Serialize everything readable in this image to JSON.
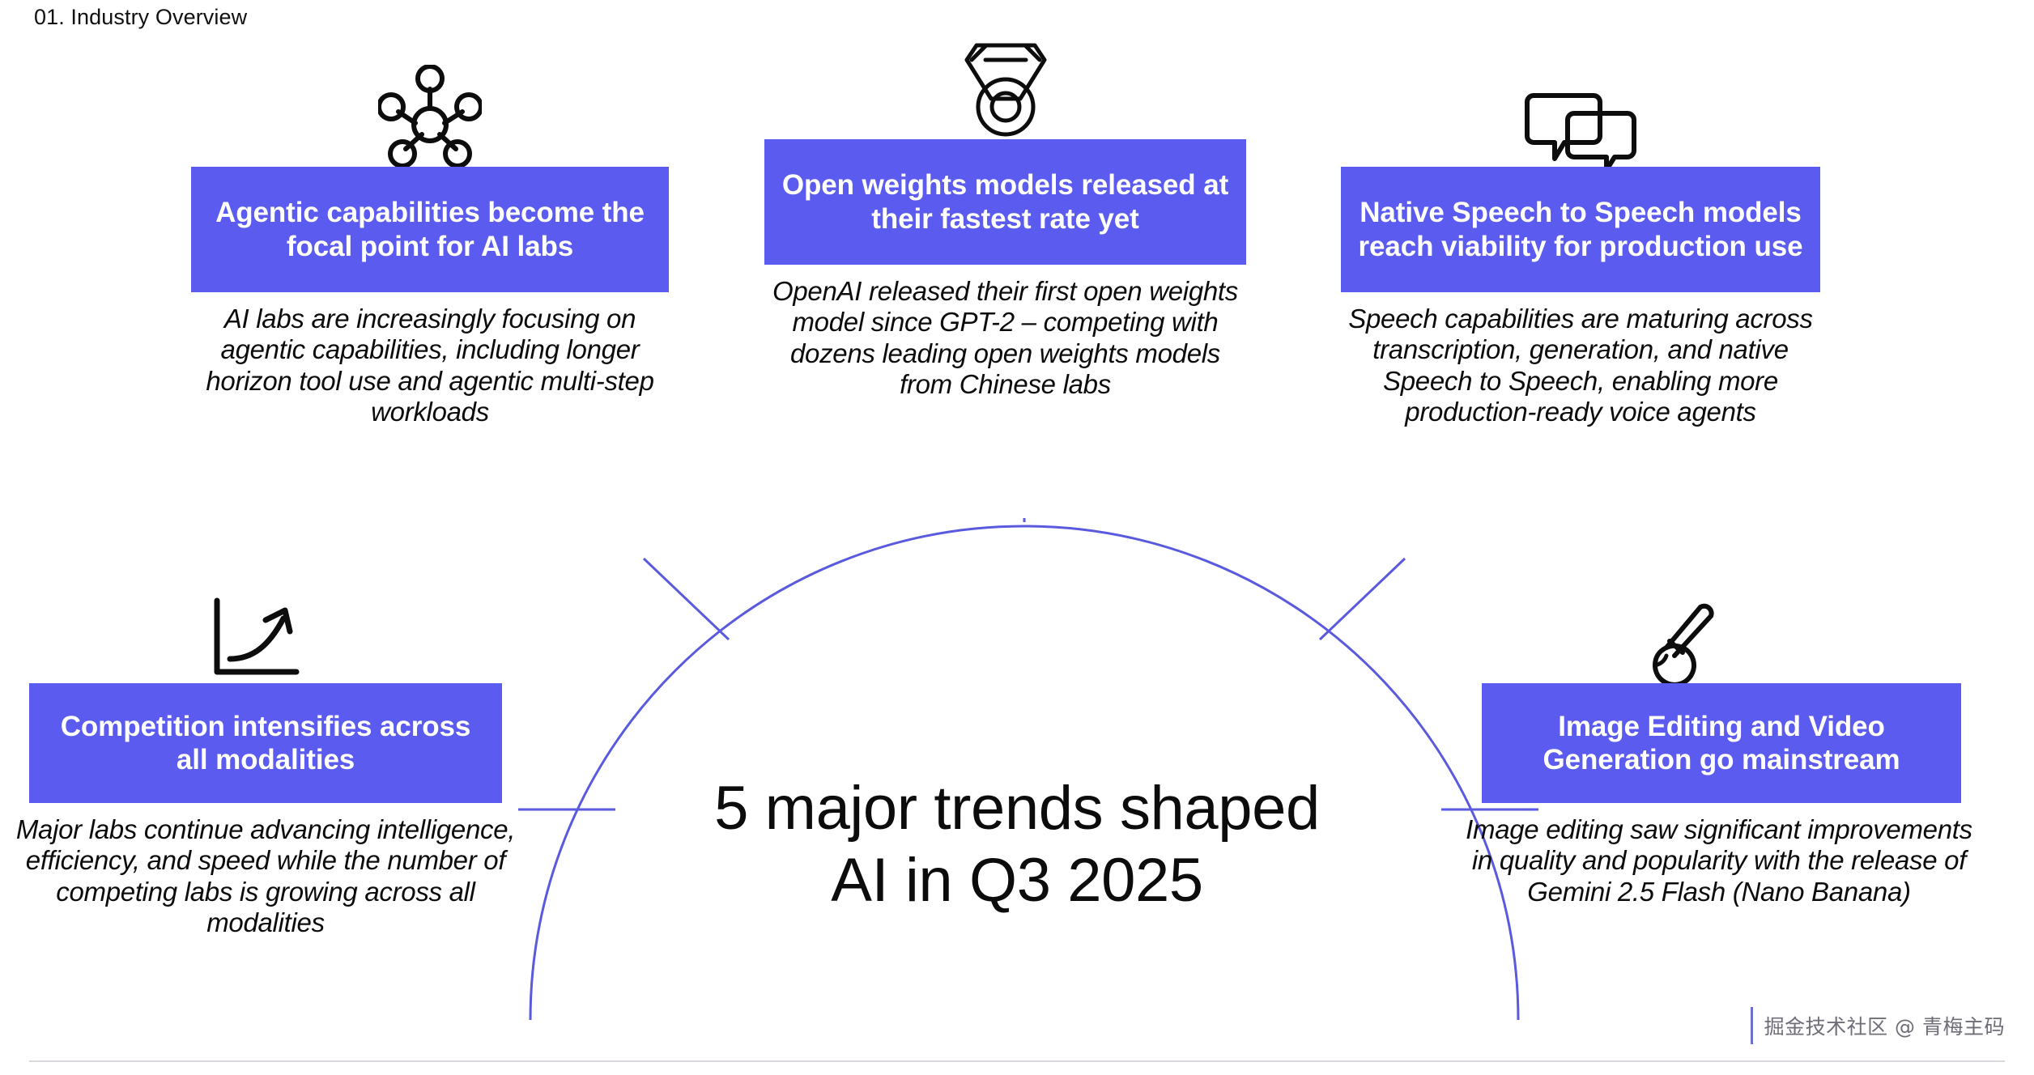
{
  "header": {
    "label": "01. Industry Overview"
  },
  "center": {
    "title": "5 major trends shaped\nAI in Q3 2025"
  },
  "theme": {
    "accent": "#5B5BEF",
    "arc": "#5A5ADF",
    "text": "#0C0C0C"
  },
  "nodes": [
    {
      "id": "agentic",
      "icon": "network-hub-icon",
      "title": "Agentic capabilities become the focal point for AI labs",
      "description": "AI labs are increasingly focusing on agentic capabilities, including longer horizon tool use and agentic multi-step workloads"
    },
    {
      "id": "open-weights",
      "icon": "medal-icon",
      "title": "Open weights models released at their fastest rate yet",
      "description": "OpenAI released their first open weights model since GPT-2 – competing with dozens leading open weights models from Chinese labs"
    },
    {
      "id": "speech",
      "icon": "chat-bubbles-icon",
      "title": "Native Speech to Speech models reach viability for production use",
      "description": "Speech capabilities are maturing across transcription, generation, and native Speech to Speech, enabling more production-ready voice agents"
    },
    {
      "id": "competition",
      "icon": "growth-chart-icon",
      "title": "Competition intensifies across all modalities",
      "description": "Major labs continue advancing intelligence, efficiency, and speed while the number of competing labs is growing across all modalities"
    },
    {
      "id": "image-video",
      "icon": "paintbrush-icon",
      "title": "Image Editing and Video Generation go mainstream",
      "description": "Image editing saw significant improvements in quality and popularity with the release of Gemini 2.5 Flash (Nano Banana)"
    }
  ],
  "watermark": {
    "text": "掘金技术社区 @ 青梅主码"
  }
}
